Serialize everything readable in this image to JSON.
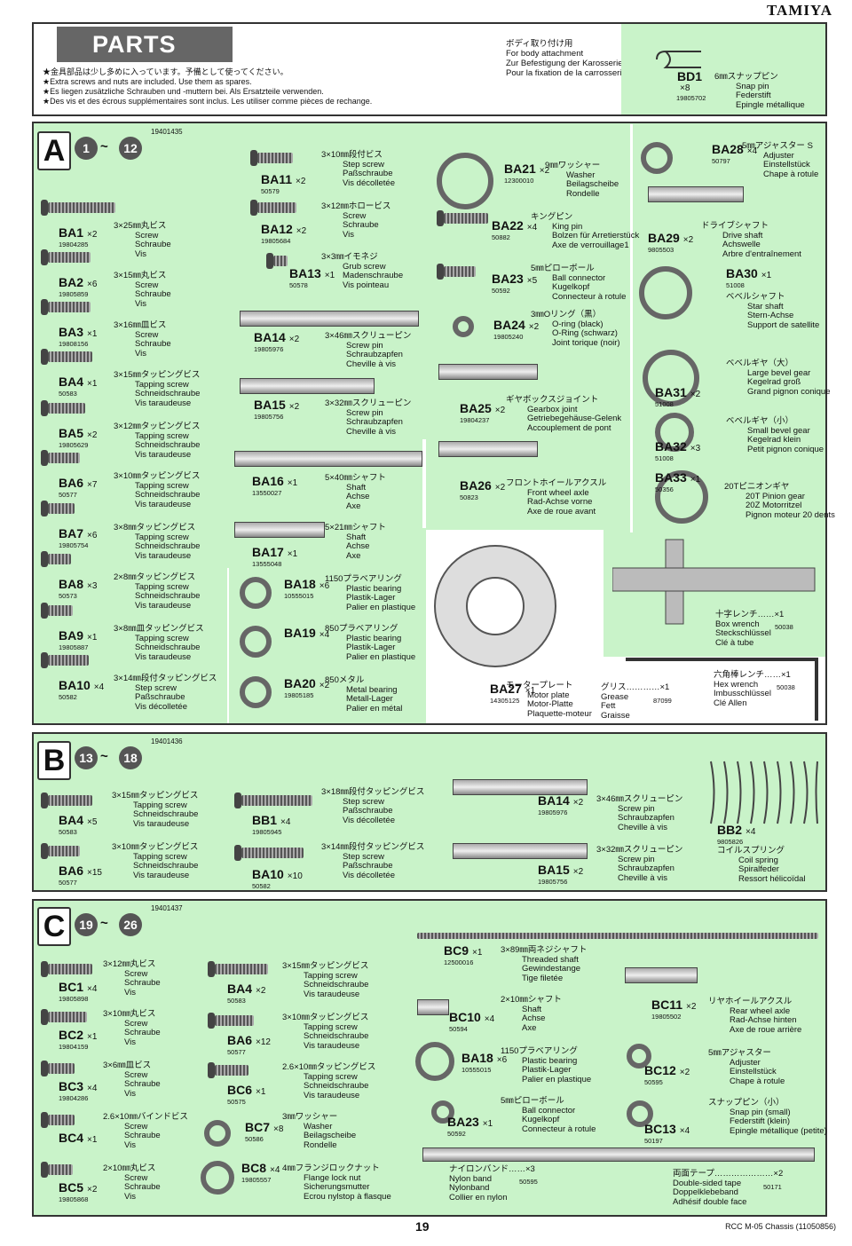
{
  "brand": "TAMIYA",
  "header": {
    "title": "PARTS",
    "notes": [
      "★金具部品は少し多めに入っています。予備として使ってください。",
      "★Extra screws and nuts are included. Use them as spares.",
      "★Es liegen zusätzliche Schrauben und -muttern bei. Als Ersatzteile verwenden.",
      "★Des vis et des écrous supplémentaires sont inclus. Les utiliser comme pièces de rechange."
    ],
    "body_attach": [
      "ボディ取り付け用",
      "For body attachment",
      "Zur Befestigung der Karosserie",
      "Pour la fixation de la carrosserie"
    ],
    "bd1": {
      "code": "BD1",
      "qty": "×8",
      "num": "19805702",
      "desc": [
        "6㎜スナップピン",
        "Snap pin",
        "Federstift",
        "Epingle métallique"
      ]
    }
  },
  "sections": {
    "A": {
      "letter": "A",
      "from": "1",
      "to": "12",
      "bag": "19401435"
    },
    "B": {
      "letter": "B",
      "from": "13",
      "to": "18",
      "bag": "19401436"
    },
    "C": {
      "letter": "C",
      "from": "19",
      "to": "26",
      "bag": "19401437"
    }
  },
  "partsA": [
    {
      "code": "BA1",
      "qty": "×2",
      "num": "19804285",
      "desc": [
        "3×25㎜丸ビス",
        "Screw",
        "Schraube",
        "Vis"
      ]
    },
    {
      "code": "BA2",
      "qty": "×6",
      "num": "19805859",
      "desc": [
        "3×15㎜丸ビス",
        "Screw",
        "Schraube",
        "Vis"
      ]
    },
    {
      "code": "BA3",
      "qty": "×1",
      "num": "19808156",
      "desc": [
        "3×16㎜皿ビス",
        "Screw",
        "Schraube",
        "Vis"
      ]
    },
    {
      "code": "BA4",
      "qty": "×1",
      "num": "50583",
      "desc": [
        "3×15㎜タッピングビス",
        "Tapping screw",
        "Schneidschraube",
        "Vis taraudeuse"
      ]
    },
    {
      "code": "BA5",
      "qty": "×2",
      "num": "19805629",
      "desc": [
        "3×12㎜タッピングビス",
        "Tapping screw",
        "Schneidschraube",
        "Vis taraudeuse"
      ]
    },
    {
      "code": "BA6",
      "qty": "×7",
      "num": "50577",
      "desc": [
        "3×10㎜タッピングビス",
        "Tapping screw",
        "Schneidschraube",
        "Vis taraudeuse"
      ]
    },
    {
      "code": "BA7",
      "qty": "×6",
      "num": "19805754",
      "desc": [
        "3×8㎜タッピングビス",
        "Tapping screw",
        "Schneidschraube",
        "Vis taraudeuse"
      ]
    },
    {
      "code": "BA8",
      "qty": "×3",
      "num": "50573",
      "desc": [
        "2×8㎜タッピングビス",
        "Tapping screw",
        "Schneidschraube",
        "Vis taraudeuse"
      ]
    },
    {
      "code": "BA9",
      "qty": "×1",
      "num": "19805887",
      "desc": [
        "3×8㎜皿タッピングビス",
        "Tapping screw",
        "Schneidschraube",
        "Vis taraudeuse"
      ]
    },
    {
      "code": "BA10",
      "qty": "×4",
      "num": "50582",
      "desc": [
        "3×14㎜段付タッピングビス",
        "Step screw",
        "Paßschraube",
        "Vis décolletée"
      ]
    },
    {
      "code": "BA11",
      "qty": "×2",
      "num": "50579",
      "desc": [
        "3×10㎜段付ビス",
        "Step screw",
        "Paßschraube",
        "Vis décolletée"
      ]
    },
    {
      "code": "BA12",
      "qty": "×2",
      "num": "19805684",
      "desc": [
        "3×12㎜ホロービス",
        "Screw",
        "Schraube",
        "Vis"
      ]
    },
    {
      "code": "BA13",
      "qty": "×1",
      "num": "50578",
      "desc": [
        "3×3㎜イモネジ",
        "Grub screw",
        "Madenschraube",
        "Vis pointeau"
      ]
    },
    {
      "code": "BA14",
      "qty": "×2",
      "num": "19805976",
      "desc": [
        "3×46㎜スクリューピン",
        "Screw pin",
        "Schraubzapfen",
        "Cheville à vis"
      ]
    },
    {
      "code": "BA15",
      "qty": "×2",
      "num": "19805756",
      "desc": [
        "3×32㎜スクリューピン",
        "Screw pin",
        "Schraubzapfen",
        "Cheville à vis"
      ]
    },
    {
      "code": "BA16",
      "qty": "×1",
      "num": "13550027",
      "desc": [
        "5×40㎜シャフト",
        "Shaft",
        "Achse",
        "Axe"
      ]
    },
    {
      "code": "BA17",
      "qty": "×1",
      "num": "13555048",
      "desc": [
        "5×21㎜シャフト",
        "Shaft",
        "Achse",
        "Axe"
      ]
    },
    {
      "code": "BA18",
      "qty": "×6",
      "num": "10555015",
      "desc": [
        "1150プラベアリング",
        "Plastic bearing",
        "Plastik-Lager",
        "Palier en plastique"
      ]
    },
    {
      "code": "BA19",
      "qty": "×4",
      "num": "",
      "desc": [
        "850プラベアリング",
        "Plastic bearing",
        "Plastik-Lager",
        "Palier en plastique"
      ]
    },
    {
      "code": "BA20",
      "qty": "×2",
      "num": "19805185",
      "desc": [
        "850メタル",
        "Metal bearing",
        "Metall-Lager",
        "Palier en métal"
      ]
    },
    {
      "code": "BA21",
      "qty": "×2",
      "num": "12300010",
      "desc": [
        "9㎜ワッシャー",
        "Washer",
        "Beilagscheibe",
        "Rondelle"
      ]
    },
    {
      "code": "BA22",
      "qty": "×4",
      "num": "50882",
      "desc": [
        "キングピン",
        "King pin",
        "Bolzen für Arretierstück",
        "Axe de verrouillage1"
      ]
    },
    {
      "code": "BA23",
      "qty": "×5",
      "num": "50592",
      "desc": [
        "5㎜ピローボール",
        "Ball connector",
        "Kugelkopf",
        "Connecteur à rotule"
      ]
    },
    {
      "code": "BA24",
      "qty": "×2",
      "num": "19805240",
      "desc": [
        "3㎜Oリング（黒）",
        "O-ring (black)",
        "O-Ring (schwarz)",
        "Joint torique (noir)"
      ]
    },
    {
      "code": "BA25",
      "qty": "×2",
      "num": "19804237",
      "desc": [
        "ギヤボックスジョイント",
        "Gearbox joint",
        "Getriebegehäuse-Gelenk",
        "Accouplement de pont"
      ]
    },
    {
      "code": "BA26",
      "qty": "×2",
      "num": "50823",
      "desc": [
        "フロントホイールアクスル",
        "Front wheel axle",
        "Rad-Achse vorne",
        "Axe de roue avant"
      ]
    },
    {
      "code": "BA27",
      "qty": "×1",
      "num": "14305125",
      "desc": [
        "モータープレート",
        "Motor plate",
        "Motor-Platte",
        "Plaquette-moteur"
      ]
    },
    {
      "code": "BA28",
      "qty": "×4",
      "num": "50797",
      "desc": [
        "5㎜アジャスター S",
        "Adjuster",
        "Einstellstück",
        "Chape à rotule"
      ]
    },
    {
      "code": "BA29",
      "qty": "×2",
      "num": "9805503",
      "desc": [
        "ドライブシャフト",
        "Drive shaft",
        "Achswelle",
        "Arbre d'entraînement"
      ]
    },
    {
      "code": "BA30",
      "qty": "×1",
      "num": "51008",
      "desc": [
        "ベベルシャフト",
        "Star shaft",
        "Stern-Achse",
        "Support de satellite"
      ]
    },
    {
      "code": "BA31",
      "qty": "×2",
      "num": "51008",
      "desc": [
        "ベベルギヤ（大）",
        "Large bevel gear",
        "Kegelrad groß",
        "Grand pignon conique"
      ]
    },
    {
      "code": "BA32",
      "qty": "×3",
      "num": "51008",
      "desc": [
        "ベベルギヤ（小）",
        "Small bevel gear",
        "Kegelrad klein",
        "Petit pignon conique"
      ]
    },
    {
      "code": "BA33",
      "qty": "×1",
      "num": "50356",
      "desc": [
        "20Tピニオンギヤ",
        "20T Pinion gear",
        "20Z Motorritzel",
        "Pignon moteur 20 dents"
      ]
    }
  ],
  "tools": {
    "box_wrench": {
      "label": "十字レンチ……×1",
      "num": "50038",
      "desc": [
        "Box wrench",
        "Steckschlüssel",
        "Clé à tube"
      ]
    },
    "grease": {
      "label": "グリス…………×1",
      "num": "87099",
      "desc": [
        "Grease",
        "Fett",
        "Graisse"
      ]
    },
    "hex_wrench": {
      "label": "六角棒レンチ……×1",
      "num": "50038",
      "desc": [
        "Hex wrench",
        "Imbusschlüssel",
        "Clé Allen"
      ]
    }
  },
  "partsB": [
    {
      "code": "BA4",
      "qty": "×5",
      "num": "50583",
      "desc": [
        "3×15㎜タッピングビス",
        "Tapping screw",
        "Schneidschraube",
        "Vis taraudeuse"
      ]
    },
    {
      "code": "BA6",
      "qty": "×15",
      "num": "50577",
      "desc": [
        "3×10㎜タッピングビス",
        "Tapping screw",
        "Schneidschraube",
        "Vis taraudeuse"
      ]
    },
    {
      "code": "BB1",
      "qty": "×4",
      "num": "19805945",
      "desc": [
        "3×18㎜段付タッピングビス",
        "Step screw",
        "Paßschraube",
        "Vis décolletée"
      ]
    },
    {
      "code": "BA10",
      "qty": "×10",
      "num": "50582",
      "desc": [
        "3×14㎜段付タッピングビス",
        "Step screw",
        "Paßschraube",
        "Vis décolletée"
      ]
    },
    {
      "code": "BA14",
      "qty": "×2",
      "num": "19805976",
      "desc": [
        "3×46㎜スクリューピン",
        "Screw pin",
        "Schraubzapfen",
        "Cheville à vis"
      ]
    },
    {
      "code": "BA15",
      "qty": "×2",
      "num": "19805756",
      "desc": [
        "3×32㎜スクリューピン",
        "Screw pin",
        "Schraubzapfen",
        "Cheville à vis"
      ]
    },
    {
      "code": "BB2",
      "qty": "×4",
      "num": "9805826",
      "desc": [
        "コイルスプリング",
        "Coil spring",
        "Spiralfeder",
        "Ressort hélicoïdal"
      ]
    }
  ],
  "partsC": [
    {
      "code": "BC1",
      "qty": "×4",
      "num": "19805898",
      "desc": [
        "3×12㎜丸ビス",
        "Screw",
        "Schraube",
        "Vis"
      ]
    },
    {
      "code": "BC2",
      "qty": "×1",
      "num": "19804159",
      "desc": [
        "3×10㎜丸ビス",
        "Screw",
        "Schraube",
        "Vis"
      ]
    },
    {
      "code": "BC3",
      "qty": "×4",
      "num": "19804286",
      "desc": [
        "3×6㎜皿ビス",
        "Screw",
        "Schraube",
        "Vis"
      ]
    },
    {
      "code": "BC4",
      "qty": "×1",
      "num": "",
      "desc": [
        "2.6×10㎜バインドビス",
        "Screw",
        "Schraube",
        "Vis"
      ]
    },
    {
      "code": "BC5",
      "qty": "×2",
      "num": "19805868",
      "desc": [
        "2×10㎜丸ビス",
        "Screw",
        "Schraube",
        "Vis"
      ]
    },
    {
      "code": "BA4",
      "qty": "×2",
      "num": "50583",
      "desc": [
        "3×15㎜タッピングビス",
        "Tapping screw",
        "Schneidschraube",
        "Vis taraudeuse"
      ]
    },
    {
      "code": "BA6",
      "qty": "×12",
      "num": "50577",
      "desc": [
        "3×10㎜タッピングビス",
        "Tapping screw",
        "Schneidschraube",
        "Vis taraudeuse"
      ]
    },
    {
      "code": "BC6",
      "qty": "×1",
      "num": "50575",
      "desc": [
        "2.6×10㎜タッピングビス",
        "Tapping screw",
        "Schneidschraube",
        "Vis taraudeuse"
      ]
    },
    {
      "code": "BC7",
      "qty": "×8",
      "num": "50586",
      "desc": [
        "3㎜ワッシャー",
        "Washer",
        "Beilagscheibe",
        "Rondelle"
      ]
    },
    {
      "code": "BC8",
      "qty": "×4",
      "num": "19805557",
      "desc": [
        "4㎜フランジロックナット",
        "Flange lock nut",
        "Sicherungsmutter",
        "Ecrou nylstop à flasque"
      ]
    },
    {
      "code": "BC9",
      "qty": "×1",
      "num": "12500016",
      "desc": [
        "3×89㎜両ネジシャフト",
        "Threaded shaft",
        "Gewindestange",
        "Tige filetée"
      ]
    },
    {
      "code": "BC10",
      "qty": "×4",
      "num": "50594",
      "desc": [
        "2×10㎜シャフト",
        "Shaft",
        "Achse",
        "Axe"
      ]
    },
    {
      "code": "BA18",
      "qty": "×6",
      "num": "10555015",
      "desc": [
        "1150プラベアリング",
        "Plastic bearing",
        "Plastik-Lager",
        "Palier en plastique"
      ]
    },
    {
      "code": "BA23",
      "qty": "×1",
      "num": "50592",
      "desc": [
        "5㎜ピローボール",
        "Ball connector",
        "Kugelkopf",
        "Connecteur à rotule"
      ]
    },
    {
      "code": "BC11",
      "qty": "×2",
      "num": "19805502",
      "desc": [
        "リヤホイールアクスル",
        "Rear wheel axle",
        "Rad-Achse hinten",
        "Axe de roue arrière"
      ]
    },
    {
      "code": "BC12",
      "qty": "×2",
      "num": "50595",
      "desc": [
        "5㎜アジャスター",
        "Adjuster",
        "Einstellstück",
        "Chape à rotule"
      ]
    },
    {
      "code": "BC13",
      "qty": "×4",
      "num": "50197",
      "desc": [
        "スナップピン（小）",
        "Snap pin (small)",
        "Federstift (klein)",
        "Epingle métallique (petite)"
      ]
    }
  ],
  "nylon": {
    "label": "ナイロンバンド……×3",
    "num": "50595",
    "desc": [
      "Nylon band",
      "Nylonband",
      "Collier en nylon"
    ]
  },
  "tape": {
    "label": "両面テープ…………………×2",
    "num": "50171",
    "desc": [
      "Double-sided tape",
      "Doppelklebeband",
      "Adhésif double face"
    ]
  },
  "footer": {
    "page": "19",
    "model": "RCC M-05 Chassis (11050856)"
  },
  "colors": {
    "panel_green": "#c9f3c9",
    "frame": "#333333",
    "title_bg": "#666666"
  }
}
